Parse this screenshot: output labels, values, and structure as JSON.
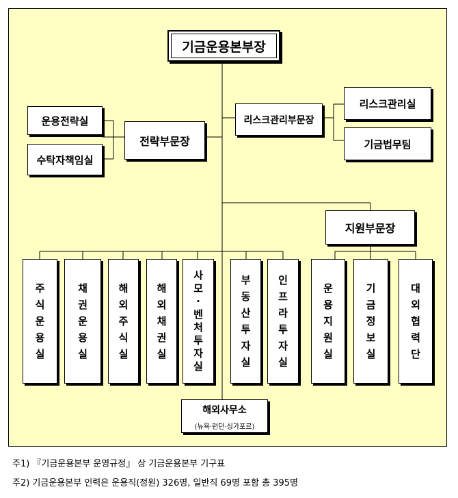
{
  "org_chart": {
    "head": "기금운용본부장",
    "strategy_head": "전략부문장",
    "strategy_units": [
      "운용전략실",
      "수탁자책임실"
    ],
    "risk_head": "리스크관리부문장",
    "risk_units": [
      "리스크관리실",
      "기금법무팀"
    ],
    "support_head": "지원부문장",
    "investment_units": [
      "주식운용실",
      "채권운용실",
      "해외주식실",
      "해외채권실",
      "사모·벤처투자실",
      "부동산투자실",
      "인프라투자실"
    ],
    "support_units": [
      "운용지원실",
      "기금정보실",
      "대외협력단"
    ],
    "overseas_office": "해외사무소",
    "overseas_cities": "(뉴욕·런던·싱가포르)"
  },
  "notes": [
    "주1) 『기금운용본부 운영규정』 상 기금운용본부 기구표",
    "주2) 기금운용본부 인력은 운용직(정원) 326명, 일반직 69명 포함 총 395명"
  ]
}
